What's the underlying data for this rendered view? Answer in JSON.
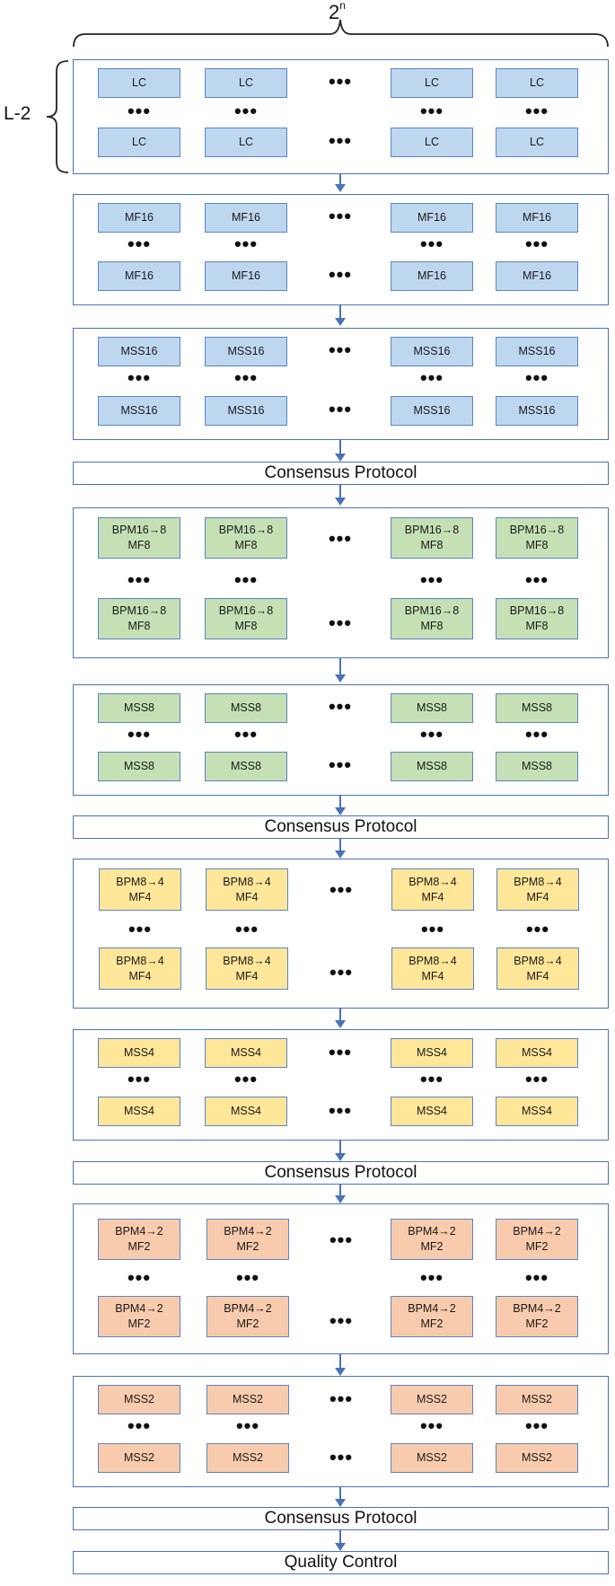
{
  "labels": {
    "top_brace": "2",
    "top_brace_exp": "n",
    "left_brace": "L-2"
  },
  "stages": [
    {
      "top": "LC",
      "bottom": "LC",
      "color": "#bdd7ee"
    },
    {
      "top": "MF16",
      "bottom": "MF16",
      "color": "#bdd7ee"
    },
    {
      "top": "MSS16",
      "bottom": "MSS16",
      "color": "#bdd7ee"
    },
    {
      "top": "BPM16→8\nMF8",
      "bottom": "BPM16→8\nMF8",
      "color": "#c5e0b4"
    },
    {
      "top": "MSS8",
      "bottom": "MSS8",
      "color": "#c5e0b4"
    },
    {
      "top": "BPM8→4\nMF4",
      "bottom": "BPM8→4\nMF4",
      "color": "#ffe699"
    },
    {
      "top": "MSS4",
      "bottom": "MSS4",
      "color": "#ffe699"
    },
    {
      "top": "BPM4→2\nMF2",
      "bottom": "BPM4→2\nMF2",
      "color": "#f8cbad"
    },
    {
      "top": "MSS2",
      "bottom": "MSS2",
      "color": "#f8cbad"
    }
  ],
  "consensus_label": "Consensus Protocol",
  "quality_control_label": "Quality Control",
  "ellipsis": "•••"
}
